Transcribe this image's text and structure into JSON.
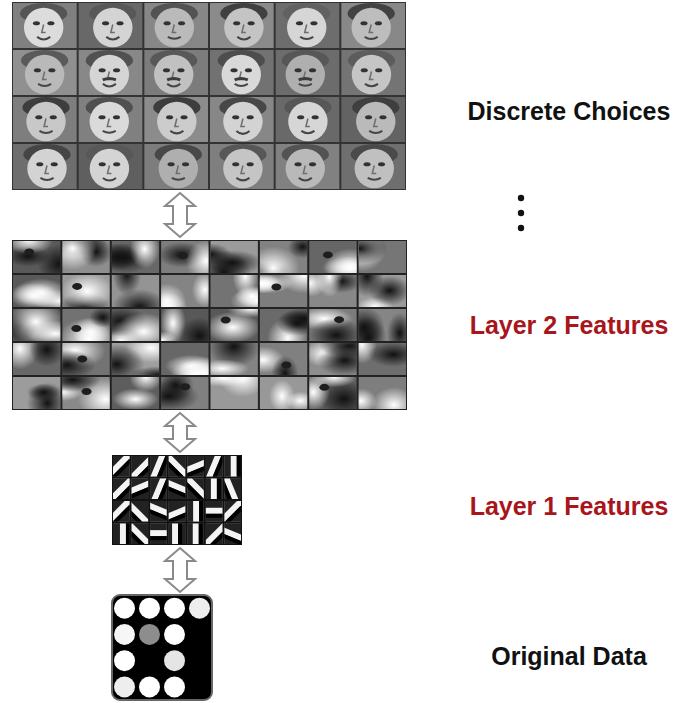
{
  "diagram": {
    "labels": [
      "Discrete Choices",
      "Layer 2 Features",
      "Layer 1 Features",
      "Original Data"
    ]
  }
}
